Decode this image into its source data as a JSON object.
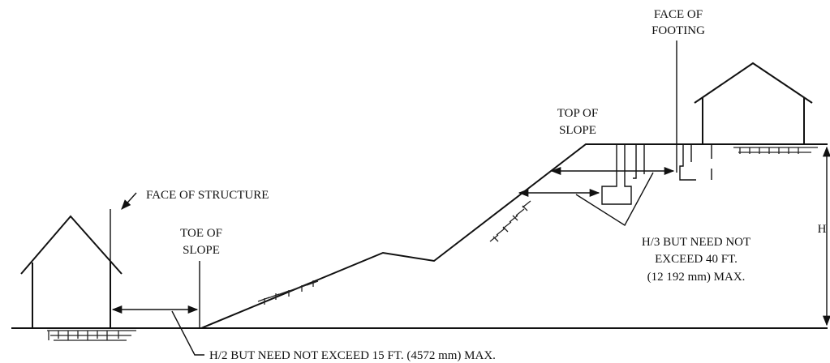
{
  "labels": {
    "face_of_footing_line1": "FACE OF",
    "face_of_footing_line2": "FOOTING",
    "top_of_slope_line1": "TOP OF",
    "top_of_slope_line2": "SLOPE",
    "face_of_structure": "FACE OF STRUCTURE",
    "toe_of_slope_line1": "TOE OF",
    "toe_of_slope_line2": "SLOPE",
    "h_label": "H",
    "h3_line1": "H/3 BUT NEED NOT",
    "h3_line2": "EXCEED 40 FT.",
    "h3_line3": "(12 192 mm) MAX.",
    "h2_note": "H/2 BUT NEED NOT EXCEED 15 FT. (4572 mm) MAX."
  },
  "colors": {
    "ink": "#111111",
    "background": "#ffffff"
  }
}
